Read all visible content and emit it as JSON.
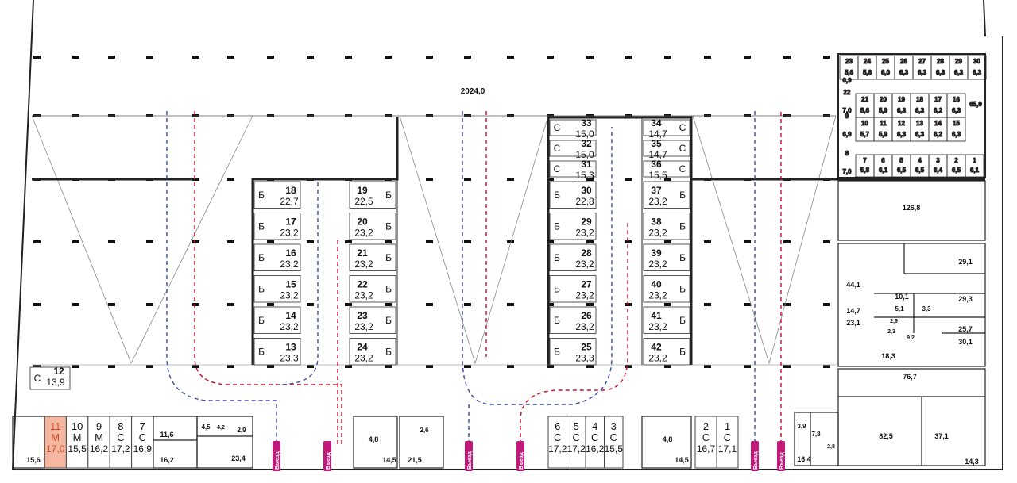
{
  "area_total": "2024,0",
  "row_top": [
    {
      "num": "18",
      "area": "22,7",
      "t": "Б"
    },
    {
      "num": "17",
      "area": "23,2",
      "t": "Б"
    },
    {
      "num": "16",
      "area": "23,2",
      "t": "Б"
    },
    {
      "num": "15",
      "area": "23,2",
      "t": "Б"
    },
    {
      "num": "14",
      "area": "23,2",
      "t": "Б"
    },
    {
      "num": "13",
      "area": "23,3",
      "t": "Б"
    }
  ],
  "row_b": [
    {
      "num": "19",
      "area": "22,5",
      "t": "Б"
    },
    {
      "num": "20",
      "area": "23,2",
      "t": "Б"
    },
    {
      "num": "21",
      "area": "23,2",
      "t": "Б"
    },
    {
      "num": "22",
      "area": "23,2",
      "t": "Б"
    },
    {
      "num": "23",
      "area": "23,2",
      "t": "Б"
    },
    {
      "num": "24",
      "area": "23,2",
      "t": "Б"
    }
  ],
  "row_c_small": [
    {
      "num": "33",
      "area": "15,0",
      "t": "С"
    },
    {
      "num": "32",
      "area": "15,0",
      "t": "С"
    },
    {
      "num": "31",
      "area": "15,3",
      "t": "С"
    }
  ],
  "row_c": [
    {
      "num": "30",
      "area": "22,8",
      "t": "Б"
    },
    {
      "num": "29",
      "area": "23,2",
      "t": "Б"
    },
    {
      "num": "28",
      "area": "23,2",
      "t": "Б"
    },
    {
      "num": "27",
      "area": "23,2",
      "t": "Б"
    },
    {
      "num": "26",
      "area": "23,2",
      "t": "Б"
    },
    {
      "num": "25",
      "area": "23,3",
      "t": "Б"
    }
  ],
  "row_d_small": [
    {
      "num": "34",
      "area": "14,7",
      "t": "С"
    },
    {
      "num": "35",
      "area": "14,7",
      "t": "С"
    },
    {
      "num": "36",
      "area": "15,5",
      "t": "С"
    }
  ],
  "row_d": [
    {
      "num": "37",
      "area": "23,2",
      "t": "Б"
    },
    {
      "num": "38",
      "area": "23,2",
      "t": "Б"
    },
    {
      "num": "39",
      "area": "23,2",
      "t": "Б"
    },
    {
      "num": "40",
      "area": "23,2",
      "t": "Б"
    },
    {
      "num": "41",
      "area": "23,2",
      "t": "Б"
    },
    {
      "num": "42",
      "area": "23,2",
      "t": "Б"
    }
  ],
  "spot_12": {
    "num": "12",
    "area": "13,9",
    "t": "С"
  },
  "bottom_left": [
    {
      "num": "11",
      "t": "М",
      "area": "17,0",
      "highlight": true
    },
    {
      "num": "10",
      "t": "М",
      "area": "15,5"
    },
    {
      "num": "9",
      "t": "М",
      "area": "16,2"
    },
    {
      "num": "8",
      "t": "С",
      "area": "17,2"
    },
    {
      "num": "7",
      "t": "С",
      "area": "16,9"
    }
  ],
  "bottom_mid": [
    {
      "num": "6",
      "t": "С",
      "area": "17,2"
    },
    {
      "num": "5",
      "t": "С",
      "area": "17,2"
    },
    {
      "num": "4",
      "t": "С",
      "area": "16,2"
    },
    {
      "num": "3",
      "t": "С",
      "area": "15,5"
    }
  ],
  "bottom_right": [
    {
      "num": "2",
      "t": "С",
      "area": "16,7"
    },
    {
      "num": "1",
      "t": "С",
      "area": "17,1"
    }
  ],
  "storage_row1": [
    {
      "num": "23",
      "area": "5,6"
    },
    {
      "num": "24",
      "area": "5,6"
    },
    {
      "num": "25",
      "area": "6,0"
    },
    {
      "num": "26",
      "area": "6,3"
    },
    {
      "num": "27",
      "area": "6,3"
    },
    {
      "num": "28",
      "area": "6,3"
    },
    {
      "num": "29",
      "area": "6,3"
    },
    {
      "num": "30",
      "area": "6,3"
    }
  ],
  "storage_row2": [
    {
      "num": "21",
      "area": "5,6"
    },
    {
      "num": "20",
      "area": "5,9"
    },
    {
      "num": "19",
      "area": "6,3"
    },
    {
      "num": "18",
      "area": "6,3"
    },
    {
      "num": "17",
      "area": "6,2"
    },
    {
      "num": "16",
      "area": "6,3"
    }
  ],
  "storage_row3": [
    {
      "num": "10",
      "area": "5,7"
    },
    {
      "num": "11",
      "area": "5,9"
    },
    {
      "num": "12",
      "area": "6,3"
    },
    {
      "num": "13",
      "area": "6,3"
    },
    {
      "num": "14",
      "area": "6,2"
    },
    {
      "num": "15",
      "area": "6,3"
    }
  ],
  "storage_row4": [
    {
      "num": "7",
      "area": "5,8"
    },
    {
      "num": "6",
      "area": "6,1"
    },
    {
      "num": "5",
      "area": "6,5"
    },
    {
      "num": "4",
      "area": "6,5"
    },
    {
      "num": "3",
      "area": "6,4"
    },
    {
      "num": "2",
      "area": "6,5"
    },
    {
      "num": "1",
      "area": "6,1"
    }
  ],
  "storage_side": [
    {
      "num": "22",
      "area": "7,0"
    },
    {
      "num": "9",
      "area": "6,9"
    },
    {
      "num": "8",
      "area": "7,0"
    }
  ],
  "storage_corner": "6,9",
  "rooms": {
    "r65": "65,0",
    "r1268": "126,8",
    "r291": "29,1",
    "r441": "44,1",
    "r293": "29,3",
    "r101": "10,1",
    "r147": "14,7",
    "r51": "5,1",
    "r33": "3,3",
    "r231": "23,1",
    "r29": "2,9",
    "r23": "2,3",
    "r92": "9,2",
    "r257": "25,7",
    "r301": "30,1",
    "r183": "18,3",
    "r767": "76,7",
    "r825": "82,5",
    "r371": "37,1",
    "r143": "14,3",
    "r164": "16,4",
    "r39": "3,9",
    "r78": "7,8",
    "r28": "2,8",
    "r156": "15,6",
    "r116": "11,6",
    "r162": "16,2",
    "r45": "4,5",
    "r42": "4,2",
    "r29b": "2,9",
    "r234": "23,4",
    "r48a": "4,8",
    "r145a": "14,5",
    "r26": "2,6",
    "r215": "21,5",
    "r48b": "4,8",
    "r145b": "14,5"
  },
  "gates": {
    "exit": "Выезд",
    "entry": "Въезд"
  }
}
